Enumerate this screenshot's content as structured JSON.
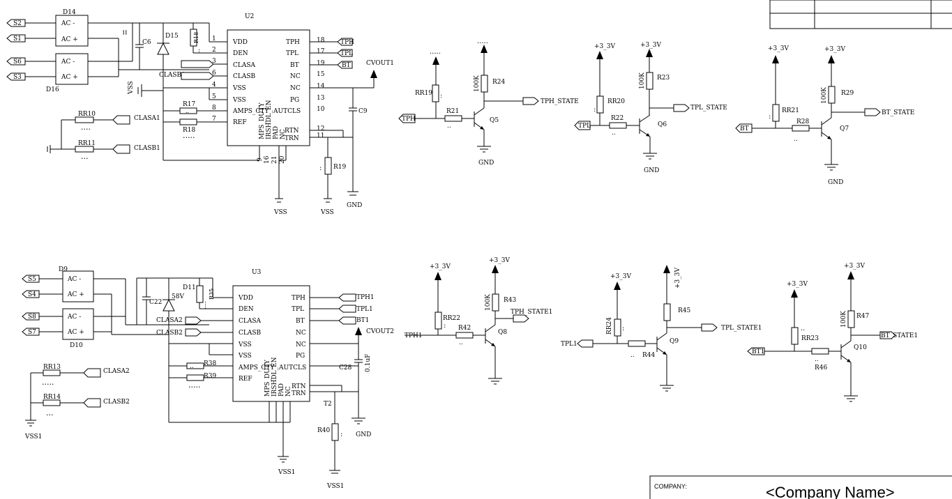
{
  "title_block": {
    "company_label": "COMPANY:",
    "company_name": "<Company Name>"
  },
  "top": {
    "ic": {
      "ref": "U2",
      "left_pins": [
        {
          "num": "1",
          "name": "VDD"
        },
        {
          "num": "2",
          "name": "DEN"
        },
        {
          "num": "3",
          "name": "CLASA"
        },
        {
          "num": "6",
          "name": "CLASB"
        },
        {
          "num": "4",
          "name": "VSS"
        },
        {
          "num": "5",
          "name": "VSS"
        },
        {
          "num": "8",
          "name": "AMPS_CTY"
        },
        {
          "num": "7",
          "name": "REF"
        }
      ],
      "right_pins": [
        {
          "num": "18",
          "name": "TPH"
        },
        {
          "num": "17",
          "name": "TPL"
        },
        {
          "num": "19",
          "name": "BT"
        },
        {
          "num": "15",
          "name": "NC"
        },
        {
          "num": "14",
          "name": "NC"
        },
        {
          "num": "13",
          "name": "PG"
        },
        {
          "num": "10",
          "name": "AUTCLS"
        },
        {
          "num": "12",
          "name": "RTN"
        },
        {
          "num": "11",
          "name": "TRN"
        }
      ],
      "bottom_pins": [
        "MPS_DUTY",
        "IRSHDL_EN",
        "PAD",
        "NC"
      ],
      "bottom_nums": [
        "9",
        "16",
        "21",
        "20"
      ]
    },
    "bridge1": {
      "ref": "D14",
      "ac_minus": "AC  -",
      "ac_plus": "AC  +"
    },
    "bridge2": {
      "ref": "D16",
      "ac_minus": "AC  -",
      "ac_plus": "AC  +"
    },
    "ports_in": [
      "S2",
      "S1",
      "S6",
      "S3"
    ],
    "cap_c6": "C6",
    "diode": "D15",
    "r_r18": "R18",
    "clasb1_left": "CLASB1",
    "vss_left": "VSS",
    "r17": "R17",
    "r18b": "R18",
    "r17_val": "..",
    "rr10": "RR10",
    "rr11": "RR11",
    "clasa1": "CLASA1",
    "clasb1": "CLASB1",
    "out_tph": "TPH",
    "out_tpl": "TPL",
    "out_bt": "BT",
    "cvout": "CVOUT1",
    "c9": "C9",
    "r19": "R19",
    "vss_b": "VSS",
    "vss_c": "VSS",
    "gnd": "GND"
  },
  "top_tr": [
    {
      "rail": ".....",
      "rr": "RR19",
      "r_in": "R21",
      "r_c": "R24",
      "r_val": "100K",
      "q": "Q5",
      "in": "TPH",
      "out": "TPH_STATE",
      "gnd": "GND"
    },
    {
      "rail": "+3_3V",
      "rail2": "+3_3V",
      "rr": "RR20",
      "r_in": "R22",
      "r_c": "R23",
      "r_val": "100K",
      "q": "Q6",
      "in": "TPL",
      "out": "TPL_STATE",
      "gnd": "GND"
    },
    {
      "rail": "+3_3V",
      "rail2": "+3_3V",
      "rr": "RR21",
      "r_in": "R28",
      "r_c": "R29",
      "r_val": "100K",
      "q": "Q7",
      "in": "BT",
      "out": "BT_STATE",
      "gnd": "GND"
    }
  ],
  "bottom": {
    "ic": {
      "ref": "U3",
      "left_pins": [
        "VDD",
        "DEN",
        "CLASA",
        "CLASB",
        "VSS",
        "VSS",
        "AMPS_CTY",
        "REF"
      ],
      "right_pins": [
        "TPH",
        "TPL",
        "BT",
        "NC",
        "NC",
        "PG",
        "AUTCLS",
        "RTN",
        "TRN"
      ],
      "bottom_pins": [
        "MPS_DUTY",
        "IRSHDL_EN",
        "PAD",
        "NC"
      ]
    },
    "bridge1": {
      "ref": "D9",
      "ac_minus": "AC  -",
      "ac_plus": "AC  +"
    },
    "bridge2": {
      "ref": "D10",
      "ac_minus": "AC  -",
      "ac_plus": "AC  +"
    },
    "ports_in": [
      "S5",
      "S4",
      "S8",
      "S7"
    ],
    "c22": "C22",
    "zener": "58V",
    "d11": "D11",
    "r35": "R35",
    "clasa2_l": "CLASA2",
    "clasb2_l": "CLASB2",
    "r38": "R38",
    "r39": "R39",
    "rr13": "RR13",
    "rr14": "RR14",
    "clasa2": "CLASA2",
    "clasb2": "CLASB2",
    "vss1_a": "VSS1",
    "out": [
      "TPH1",
      "TPL1",
      "BT1"
    ],
    "cvout": "CVOUT2",
    "c28": "C28",
    "c28_val": "0.1uF",
    "t2": "T2",
    "r40": "R40",
    "vss1_b": "VSS1",
    "vss1_c": "VSS1",
    "gnd": "GND"
  },
  "bottom_tr": [
    {
      "rail": "+3_3V",
      "rail2": "+3_3V",
      "rr": "RR22",
      "r_in": "R42",
      "r_c": "R43",
      "r_val": "100K",
      "q": "Q8",
      "in": "TPH1",
      "out": "TPH_STATE1"
    },
    {
      "rail": "+3_3V",
      "rail2": "+3_3V",
      "rr": "RR24",
      "r_in": "R44",
      "r_c": "R45",
      "q": "Q9",
      "in": "TPL1",
      "out": "TPL_STATE1"
    },
    {
      "rail": "+3_3V",
      "rail2": "+3_3V",
      "rr": "RR23",
      "r_in": "R46",
      "r_c": "R47",
      "r_val": "100K",
      "q": "Q10",
      "in": "BT1",
      "out": "BT_STATE1"
    }
  ]
}
